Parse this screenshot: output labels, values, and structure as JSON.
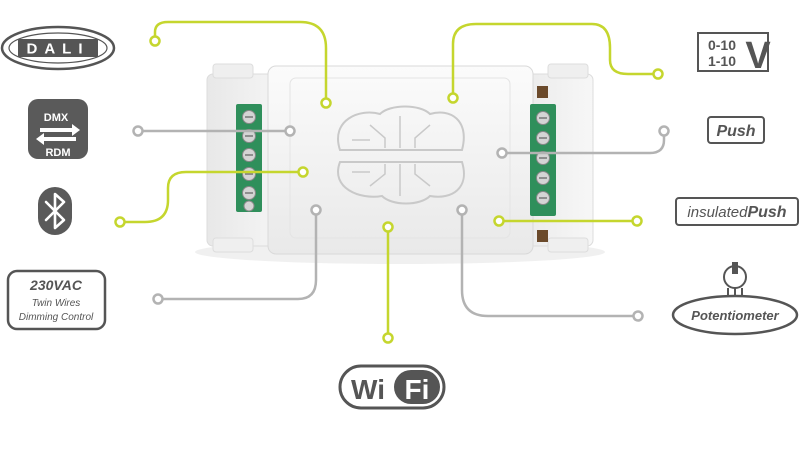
{
  "colors": {
    "accent_line": "#c5d62e",
    "gray_line": "#b3b3b3",
    "icon_dark": "#555555",
    "terminal_green": "#2f8f5b"
  },
  "left_labels": {
    "dali": "DALI",
    "dmx": "DMX",
    "rdm": "RDM",
    "ac_title": "230VAC",
    "ac_line1": "Twin Wires",
    "ac_line2": "Dimming Control"
  },
  "right_labels": {
    "v010_a": "0-10",
    "v010_b": "1-10",
    "v010_v": "V",
    "push": "Push",
    "insulated_prefix": "insulated",
    "insulated_push": "Push",
    "potentiometer": "Potentiometer"
  },
  "bottom_labels": {
    "wifi_wi": "Wi",
    "wifi_fi": "Fi"
  },
  "icons": {
    "bluetooth": "bluetooth-icon",
    "brain": "brain-circuit-icon",
    "knob": "knob-icon"
  }
}
